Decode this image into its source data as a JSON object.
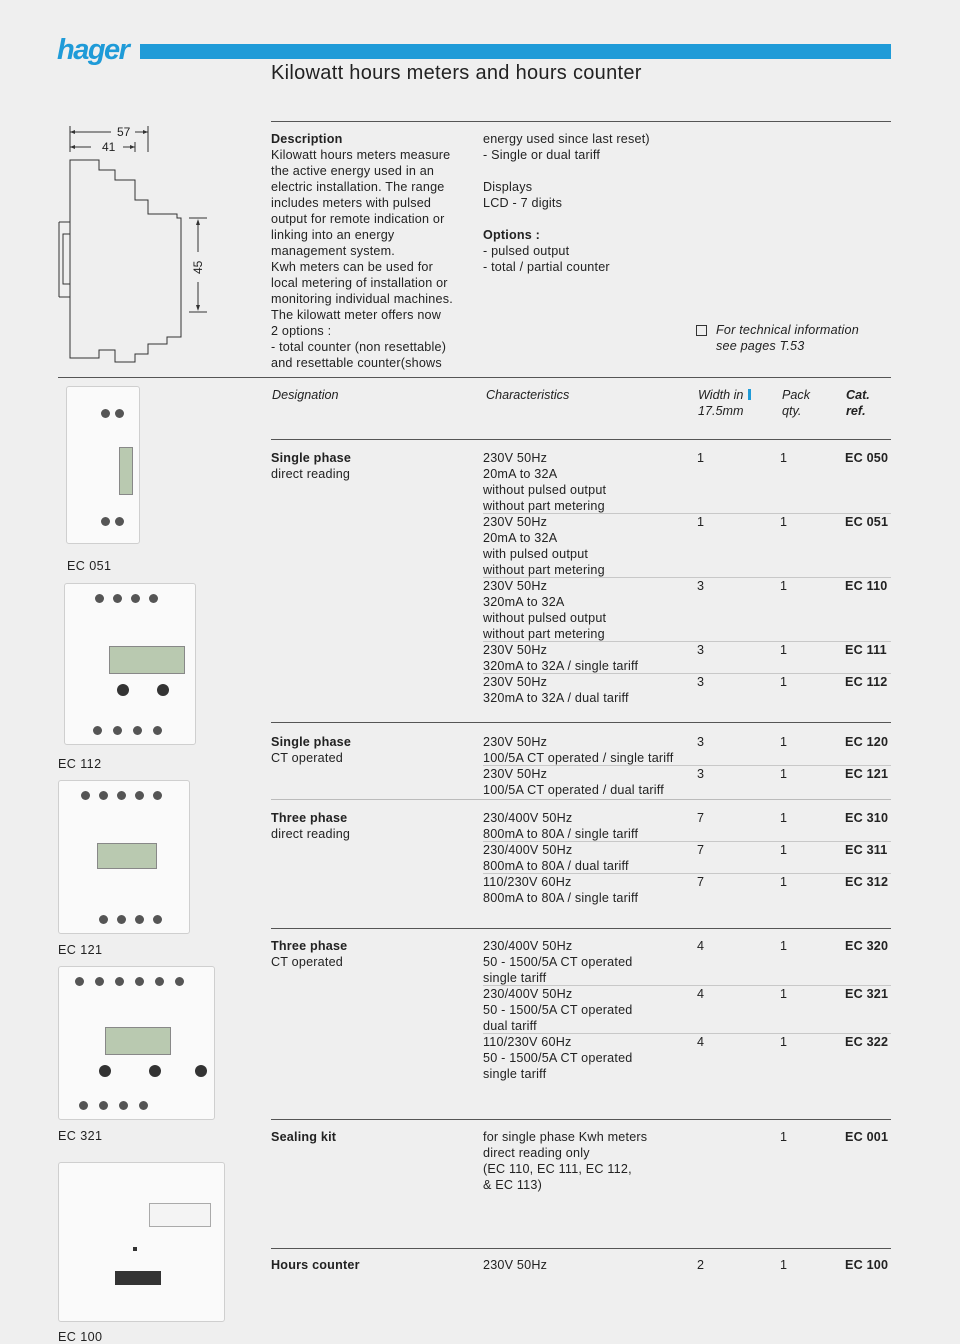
{
  "header": {
    "brand": "hager",
    "title": "Kilowatt hours meters and hours counter"
  },
  "dims": {
    "d57": "57",
    "d41": "41",
    "d45": "45"
  },
  "description": {
    "heading": "Description",
    "col1": "Kilowatt hours meters measure\nthe active energy used in an\nelectric installation. The range\nincludes meters with pulsed\noutput for remote indication or\nlinking into an energy\nmanagement system.\nKwh meters can be used for\nlocal metering of installation or\nmonitoring individual machines.\nThe kilowatt meter offers now\n2 options :\n- total counter (non resettable)\n and resettable counter(shows",
    "col2a": "energy used since last reset)\n- Single or dual tariff",
    "displays_heading": "Displays",
    "displays_value": "LCD - 7 digits",
    "options_heading": "Options :",
    "options_list": "- pulsed output\n- total / partial counter",
    "tech_info": "For technical information\nsee pages T.53"
  },
  "table_header": {
    "designation": "Designation",
    "characteristics": "Characteristics",
    "width": "Width in",
    "width2": "17.5mm",
    "pack": "Pack\nqty.",
    "cat": "Cat.\nref."
  },
  "groups": [
    {
      "title": "Single phase",
      "subtitle": "direct reading",
      "rows": [
        {
          "char": "230V 50Hz\n20mA to 32A\nwithout pulsed output\nwithout part metering",
          "width": "1",
          "pack": "1",
          "ref": "EC 050"
        },
        {
          "char": "230V 50Hz\n20mA to 32A\nwith pulsed output\nwithout part metering",
          "width": "1",
          "pack": "1",
          "ref": "EC 051"
        },
        {
          "char": "230V 50Hz\n320mA to 32A\nwithout pulsed output\nwithout part metering",
          "width": "3",
          "pack": "1",
          "ref": "EC 110"
        },
        {
          "char": "230V 50Hz\n320mA to 32A / single tariff",
          "width": "3",
          "pack": "1",
          "ref": "EC 111"
        },
        {
          "char": "230V 50Hz\n320mA to 32A / dual tariff",
          "width": "3",
          "pack": "1",
          "ref": "EC 112"
        }
      ]
    },
    {
      "title": "Single phase",
      "subtitle": "CT operated",
      "rows": [
        {
          "char": "230V 50Hz\n100/5A CT operated / single tariff",
          "width": "3",
          "pack": "1",
          "ref": "EC 120"
        },
        {
          "char": "230V 50Hz\n100/5A CT operated / dual tariff",
          "width": "3",
          "pack": "1",
          "ref": "EC 121"
        }
      ]
    },
    {
      "title": "Three phase",
      "subtitle": "direct reading",
      "rows": [
        {
          "char": "230/400V 50Hz\n800mA to 80A / single tariff",
          "width": "7",
          "pack": "1",
          "ref": "EC 310"
        },
        {
          "char": "230/400V 50Hz\n800mA to 80A / dual tariff",
          "width": "7",
          "pack": "1",
          "ref": "EC 311"
        },
        {
          "char": "110/230V 60Hz\n800mA to 80A / single tariff",
          "width": "7",
          "pack": "1",
          "ref": "EC 312"
        }
      ]
    },
    {
      "title": "Three phase",
      "subtitle": "CT operated",
      "rows": [
        {
          "char": "230/400V 50Hz\n50 - 1500/5A CT operated\nsingle tariff",
          "width": "4",
          "pack": "1",
          "ref": "EC 320"
        },
        {
          "char": "230/400V 50Hz\n50 - 1500/5A CT operated\ndual tariff",
          "width": "4",
          "pack": "1",
          "ref": "EC 321"
        },
        {
          "char": "110/230V 60Hz\n50 - 1500/5A CT operated\nsingle tariff",
          "width": "4",
          "pack": "1",
          "ref": "EC 322"
        }
      ]
    },
    {
      "title": "Sealing kit",
      "subtitle": "",
      "rows": [
        {
          "char": "for single phase Kwh meters\ndirect reading only\n(EC 110, EC 111, EC 112,\n& EC 113)",
          "width": "",
          "pack": "1",
          "ref": "EC 001"
        }
      ]
    },
    {
      "title": "Hours counter",
      "subtitle": "",
      "rows": [
        {
          "char": "230V 50Hz",
          "width": "2",
          "pack": "1",
          "ref": "EC 100"
        }
      ]
    }
  ],
  "product_labels": [
    "EC 051",
    "EC 112",
    "EC 121",
    "EC 321",
    "EC 100"
  ]
}
